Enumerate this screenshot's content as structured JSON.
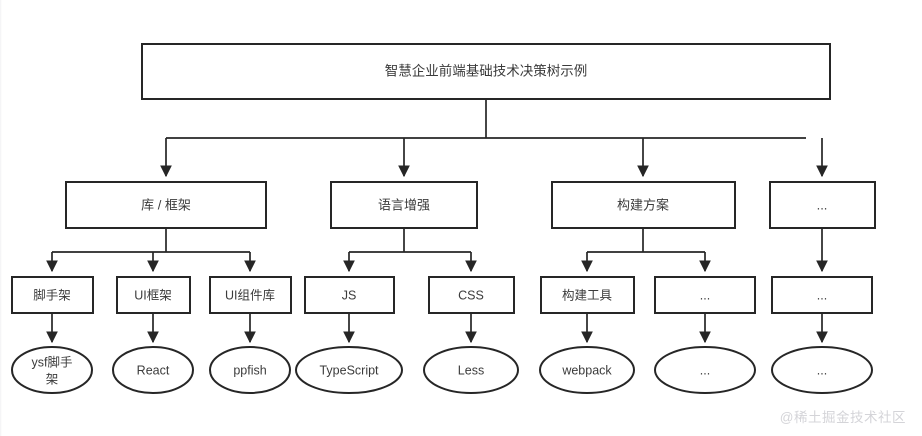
{
  "diagram": {
    "type": "decision-tree",
    "title": "智慧企业前端基础技术决策树示例",
    "background_color": "#ffffff",
    "stroke_color": "#262626",
    "text_color": "#3b3b3b",
    "root": {
      "id": "root",
      "label": "智慧企业前端基础技术决策树示例",
      "shape": "rect"
    },
    "level2": [
      {
        "id": "lib",
        "label": "库 / 框架",
        "shape": "rect"
      },
      {
        "id": "lang",
        "label": "语言增强",
        "shape": "rect"
      },
      {
        "id": "build",
        "label": "构建方案",
        "shape": "rect"
      },
      {
        "id": "more2",
        "label": "...",
        "shape": "rect"
      }
    ],
    "level3": [
      {
        "id": "scaffold",
        "label": "脚手架",
        "shape": "rect",
        "parent": "lib"
      },
      {
        "id": "uiframe",
        "label": "UI框架",
        "shape": "rect",
        "parent": "lib"
      },
      {
        "id": "uilib",
        "label": "UI组件库",
        "shape": "rect",
        "parent": "lib"
      },
      {
        "id": "js",
        "label": "JS",
        "shape": "rect",
        "parent": "lang"
      },
      {
        "id": "css",
        "label": "CSS",
        "shape": "rect",
        "parent": "lang"
      },
      {
        "id": "buildtool",
        "label": "构建工具",
        "shape": "rect",
        "parent": "build"
      },
      {
        "id": "more3a",
        "label": "...",
        "shape": "rect",
        "parent": "build"
      },
      {
        "id": "more3b",
        "label": "...",
        "shape": "rect",
        "parent": "more2"
      }
    ],
    "level4": [
      {
        "id": "ysf",
        "label": "ysf脚手架",
        "label_line1": "ysf脚手",
        "label_line2": "架",
        "shape": "ellipse",
        "parent": "scaffold"
      },
      {
        "id": "react",
        "label": "React",
        "shape": "ellipse",
        "parent": "uiframe"
      },
      {
        "id": "ppfish",
        "label": "ppfish",
        "shape": "ellipse",
        "parent": "uilib"
      },
      {
        "id": "typescript",
        "label": "TypeScript",
        "shape": "ellipse",
        "parent": "js"
      },
      {
        "id": "less",
        "label": "Less",
        "shape": "ellipse",
        "parent": "css"
      },
      {
        "id": "webpack",
        "label": "webpack",
        "shape": "ellipse",
        "parent": "buildtool"
      },
      {
        "id": "more4a",
        "label": "...",
        "shape": "ellipse",
        "parent": "more3a"
      },
      {
        "id": "more4b",
        "label": "...",
        "shape": "ellipse",
        "parent": "more3b"
      }
    ]
  },
  "watermark": {
    "text": "@稀土掘金技术社区"
  }
}
